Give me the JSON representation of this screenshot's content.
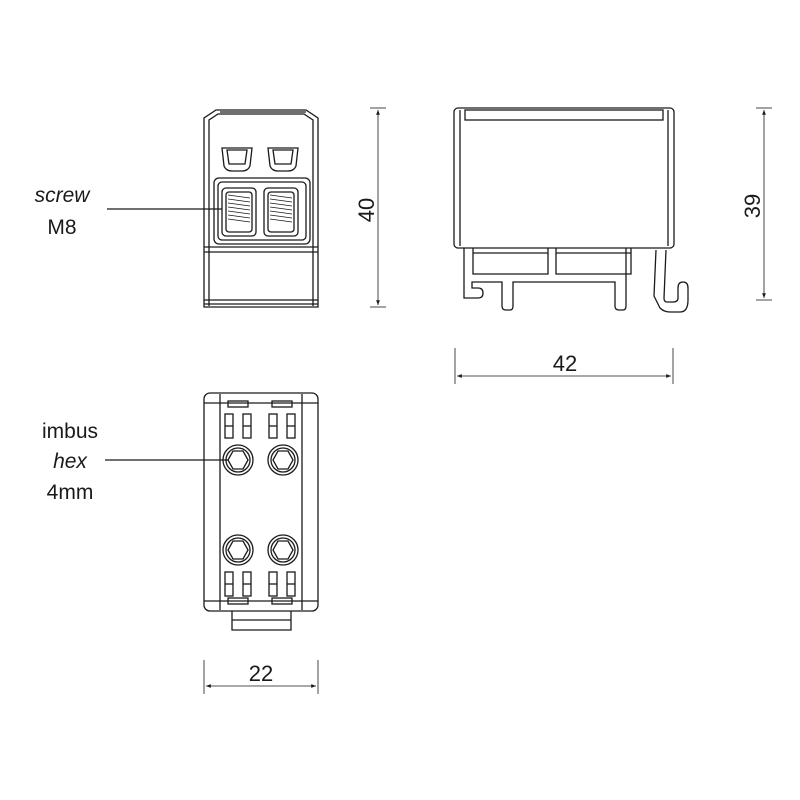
{
  "labels": {
    "screw": "screw",
    "screw_size": "M8",
    "imbus": "imbus",
    "hex": "hex",
    "hex_size": "4mm"
  },
  "dimensions": {
    "front_height": "40",
    "side_height": "39",
    "side_width": "42",
    "bottom_width": "22"
  }
}
